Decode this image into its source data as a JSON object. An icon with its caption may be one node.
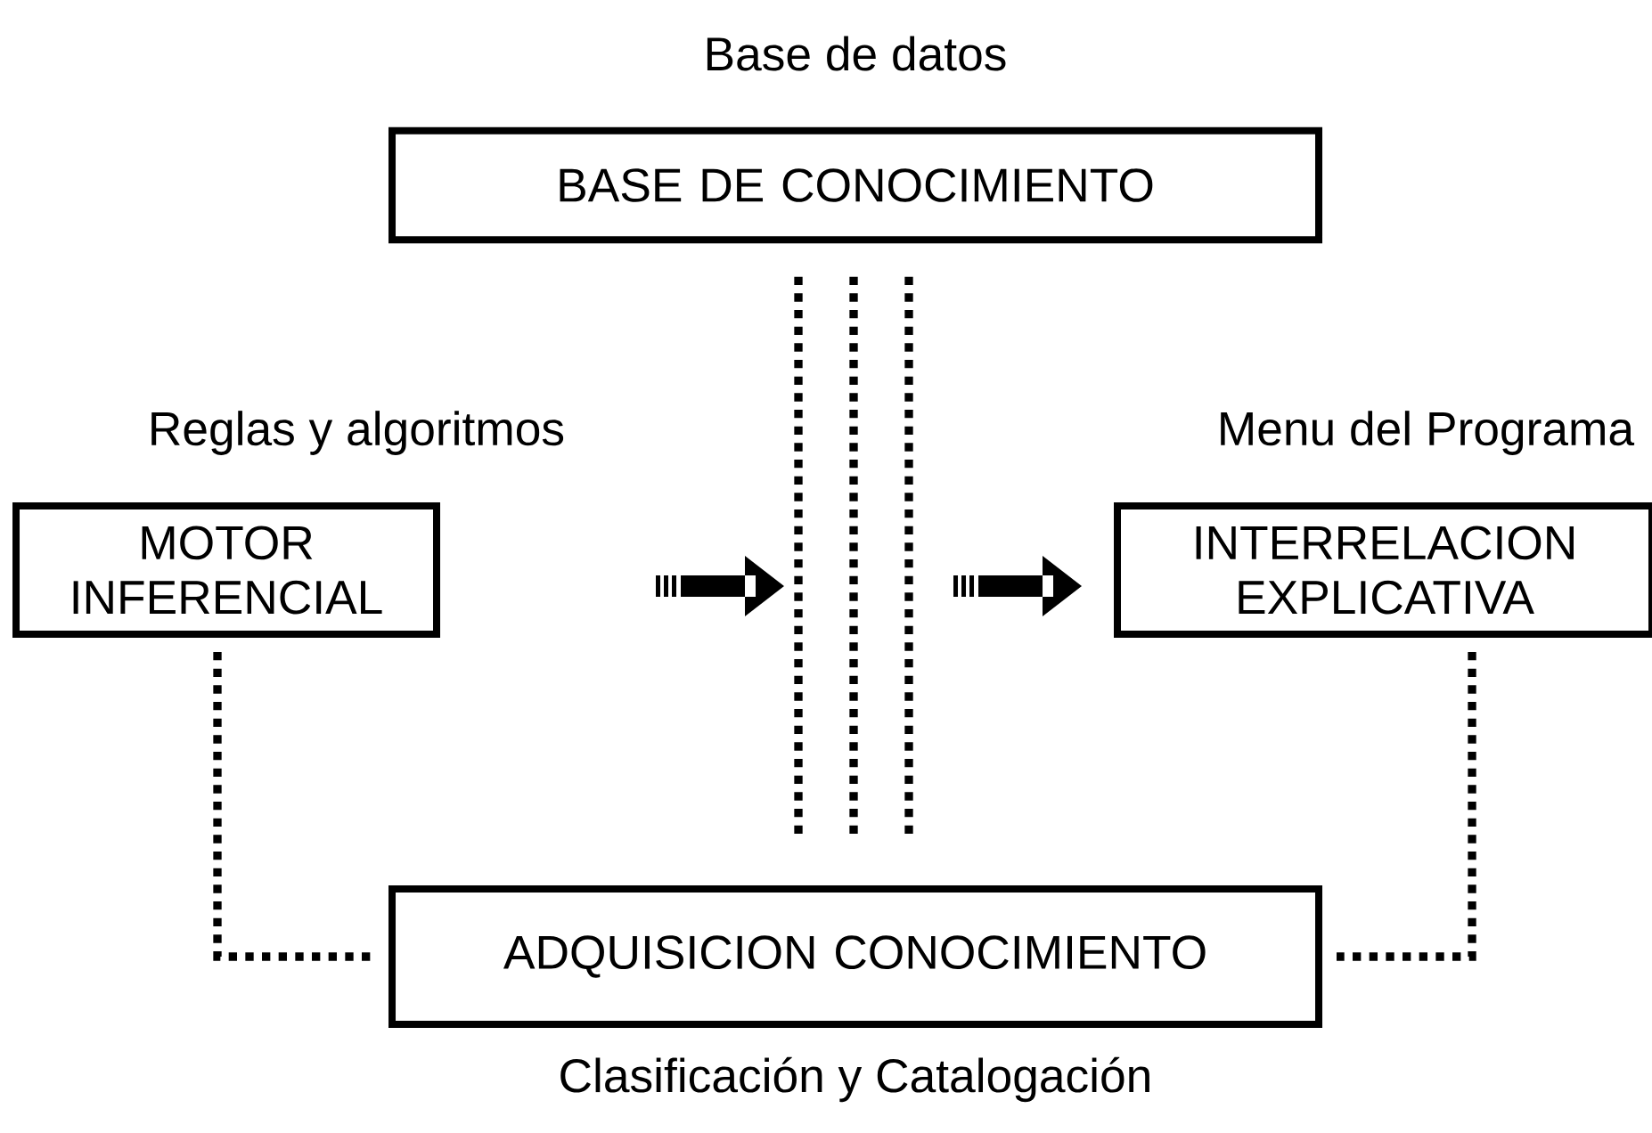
{
  "diagram": {
    "nodes": [
      {
        "text": [
          "BASE DE CONOCIMIENTO"
        ],
        "beside": [
          "Base de datos"
        ]
      },
      {
        "text": [
          "MOTOR INFERENCIAL"
        ],
        "beside": [
          "Reglas y algoritmos"
        ]
      },
      {
        "text": [
          "INTERRELACION EXPLICATIVA"
        ],
        "beside": [
          "Menu del Programa"
        ]
      },
      {
        "text": [
          "ADQUISICION CONOCIMIENTO"
        ],
        "beside": [
          "Clasificación y Catalogación"
        ]
      }
    ],
    "edges": [
      {
        "from": 0,
        "to": 3,
        "arrow": "none",
        "style": "dashed"
      },
      {
        "from": 0,
        "to": 3,
        "arrow": "none",
        "style": "dashed"
      },
      {
        "from": 0,
        "to": 3,
        "arrow": "none",
        "style": "dashed"
      },
      {
        "from": 1,
        "to": 3,
        "arrow": "none",
        "style": "dashed"
      },
      {
        "from": 2,
        "to": 3,
        "arrow": "none",
        "style": "dashed"
      }
    ]
  }
}
